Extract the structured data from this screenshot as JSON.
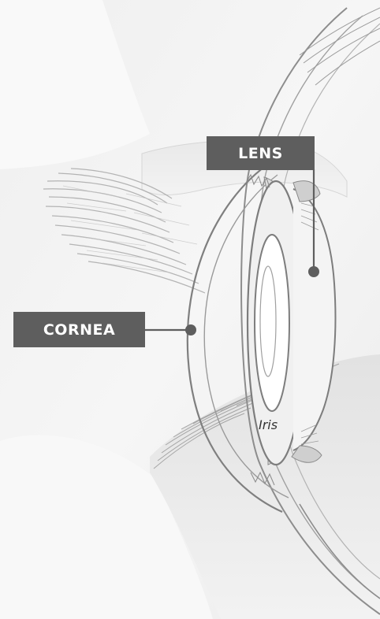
{
  "labels": {
    "lens": "LENS",
    "cornea": "CORNEA",
    "iris": "Iris"
  },
  "colors": {
    "label_box": "#5e5e5e",
    "leader_line": "#5e5e5e",
    "background": "#ffffff",
    "skin_shade": "#e4e4e4",
    "outline": "#8a8a8a"
  }
}
